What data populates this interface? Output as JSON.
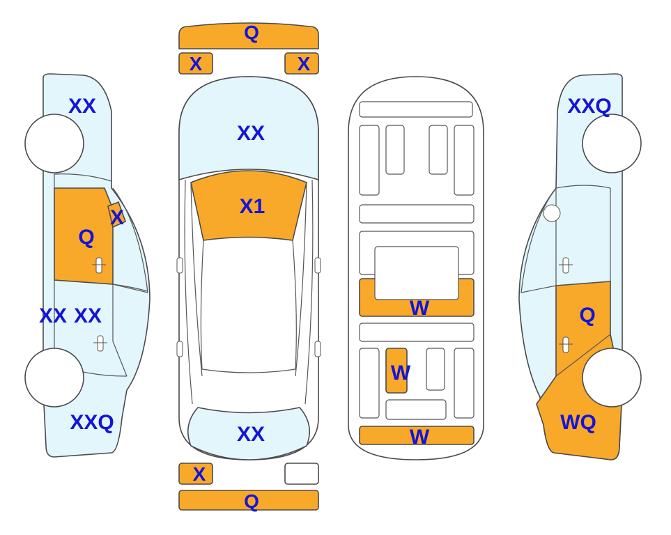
{
  "colors": {
    "damaged": "#f8a92a",
    "panel": "#e2f6fc",
    "outline": "#4a4a4a",
    "label": "#1414d8",
    "wheel": "#ffffff"
  },
  "legend_codes": [
    "X",
    "XX",
    "X1",
    "Q",
    "XXQ",
    "W",
    "WQ"
  ],
  "left_side": {
    "front_fender": "XX",
    "front_door": "Q",
    "front_door_corner": "X",
    "rear_door_a": "XX",
    "rear_door_b": "XX",
    "rear_quarter": "XXQ"
  },
  "top_view": {
    "front_bumper": "Q",
    "headlight_left": "X",
    "headlight_right": "X",
    "hood": "XX",
    "windshield": "X1",
    "trunk": "XX",
    "taillight_left": "X",
    "rear_bumper": "Q"
  },
  "underbody": {
    "cross_member": "W",
    "rear_rail": "W",
    "rear_panel": "W"
  },
  "right_side": {
    "front_fender": "XXQ",
    "rear_door": "Q",
    "rear_quarter": "WQ"
  }
}
